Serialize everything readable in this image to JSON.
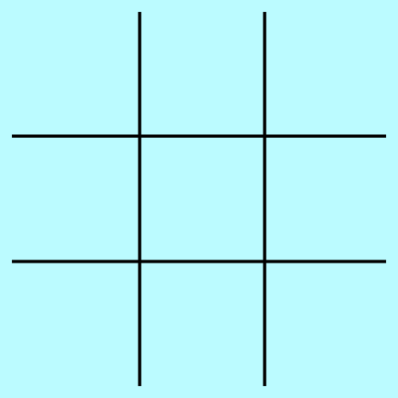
{
  "game": {
    "type": "tic-tac-toe",
    "rows": 3,
    "cols": 3,
    "cells": [
      [
        "",
        "",
        ""
      ],
      [
        "",
        "",
        ""
      ],
      [
        "",
        "",
        ""
      ]
    ]
  },
  "colors": {
    "background": "#bbfbff",
    "line": "#000000"
  }
}
